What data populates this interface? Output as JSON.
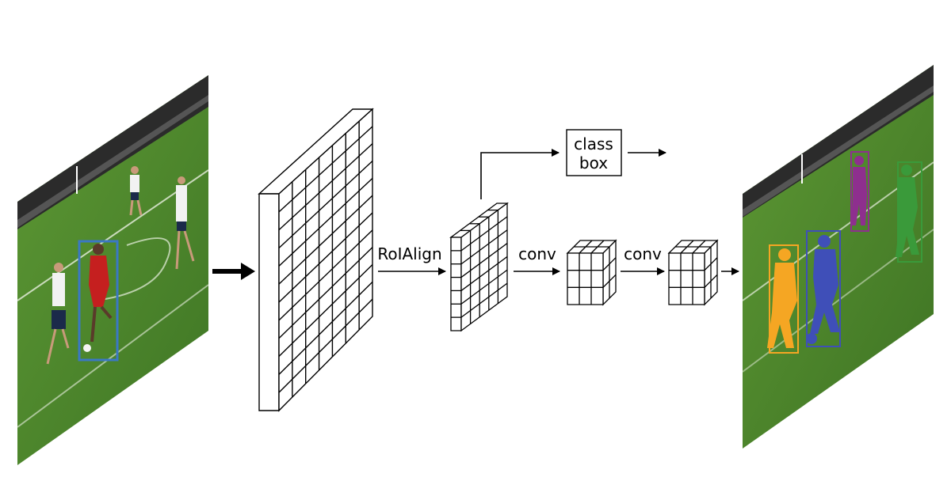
{
  "labels": {
    "roialign": "RoIAlign",
    "conv1": "conv",
    "conv2": "conv",
    "head_line1": "class",
    "head_line2": "box"
  },
  "colors": {
    "line": "#000000",
    "grass_light": "#4f8a2c",
    "grass_dark": "#2f5d1c",
    "stand": "#2a2a2a",
    "input_box": "#3b78c4",
    "mask_orange": "#f5a623",
    "mask_blue": "#3f4fb8",
    "mask_purple": "#8e2f8e",
    "mask_green": "#3a9a3a"
  },
  "icons": {
    "input_image": "soccer-photo-with-box",
    "output_image": "soccer-photo-with-masks"
  }
}
